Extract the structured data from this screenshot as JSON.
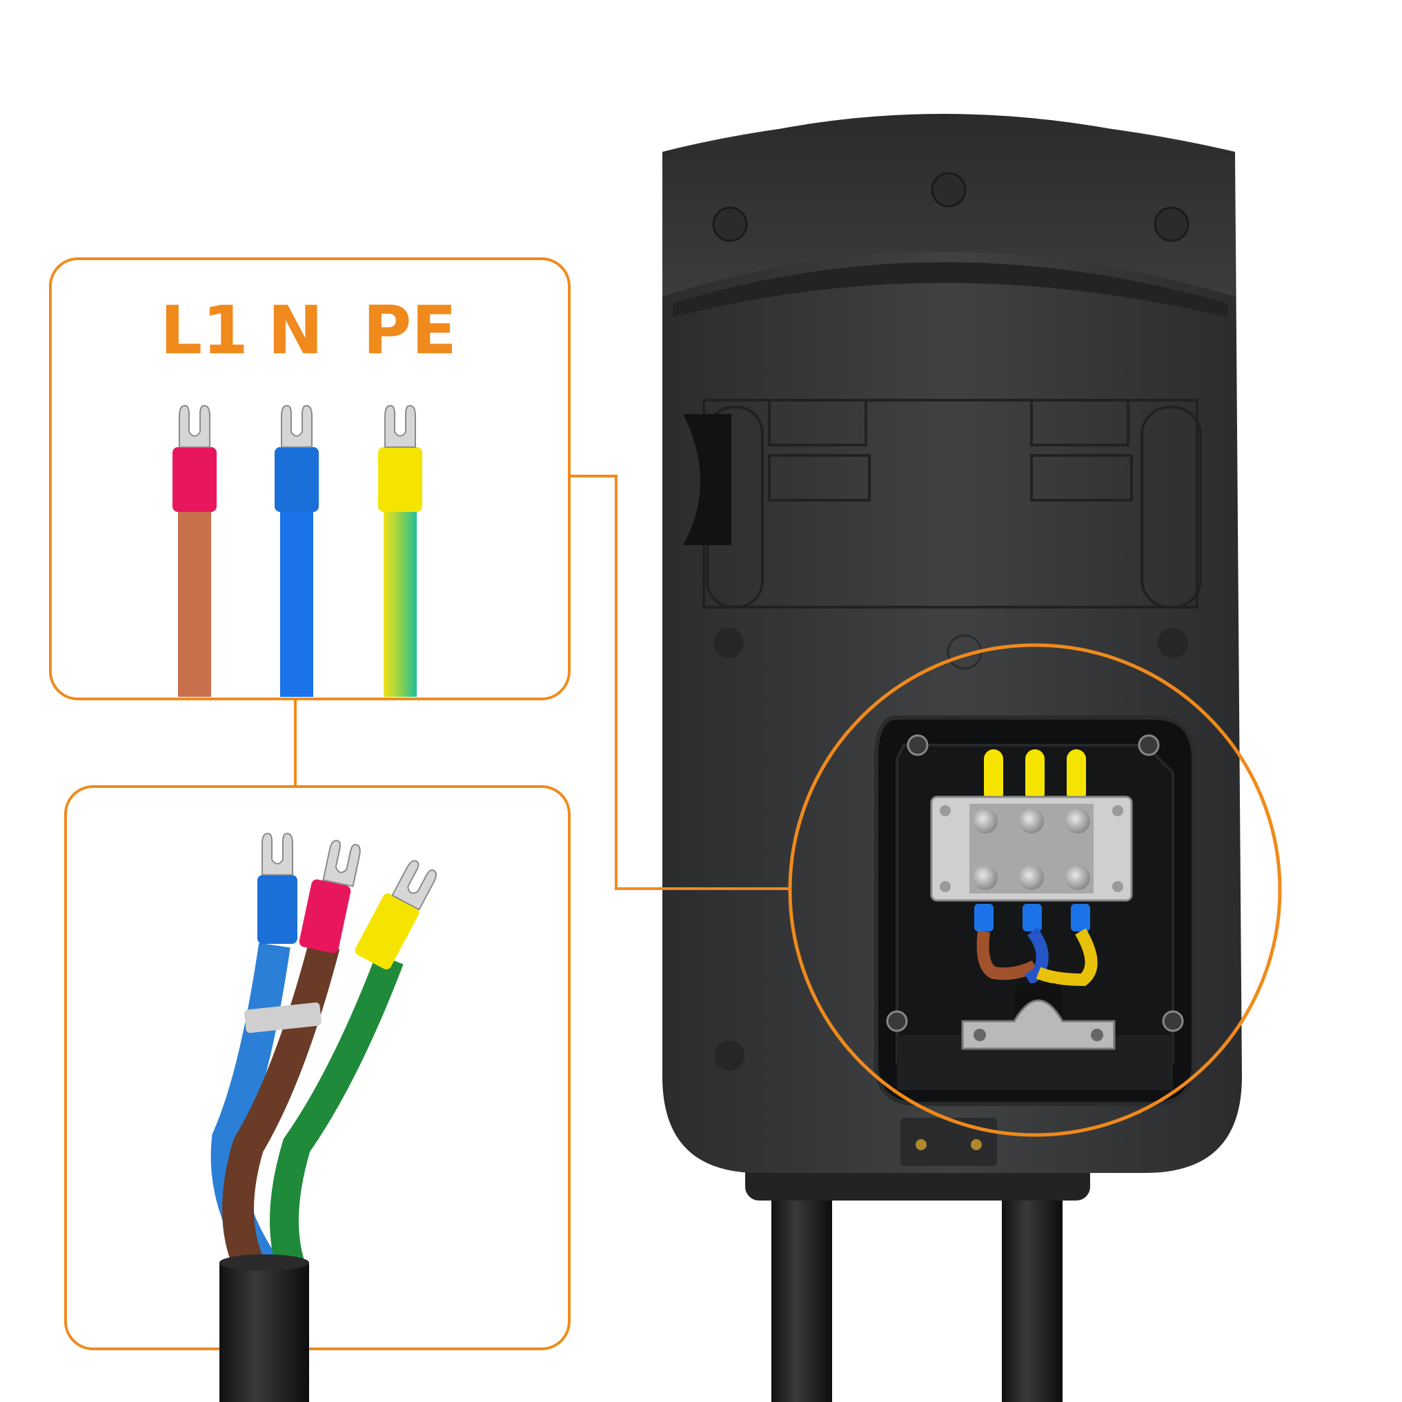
{
  "labels": {
    "l1": "L1",
    "n": "N",
    "pe": "PE"
  },
  "colors": {
    "accent": "#f08a1c",
    "housing": "#3a3b3d",
    "housing_dark": "#1f2022",
    "live": "#e8175d",
    "live_wire": "#c8704b",
    "neutral": "#1a73e8",
    "earth": "#f5e400",
    "earth_green": "#1fbf6a"
  },
  "icons": {
    "fork_terminal": "fork-terminal-icon",
    "terminal_block": "terminal-block-icon",
    "cable_clamp": "cable-clamp-icon"
  }
}
